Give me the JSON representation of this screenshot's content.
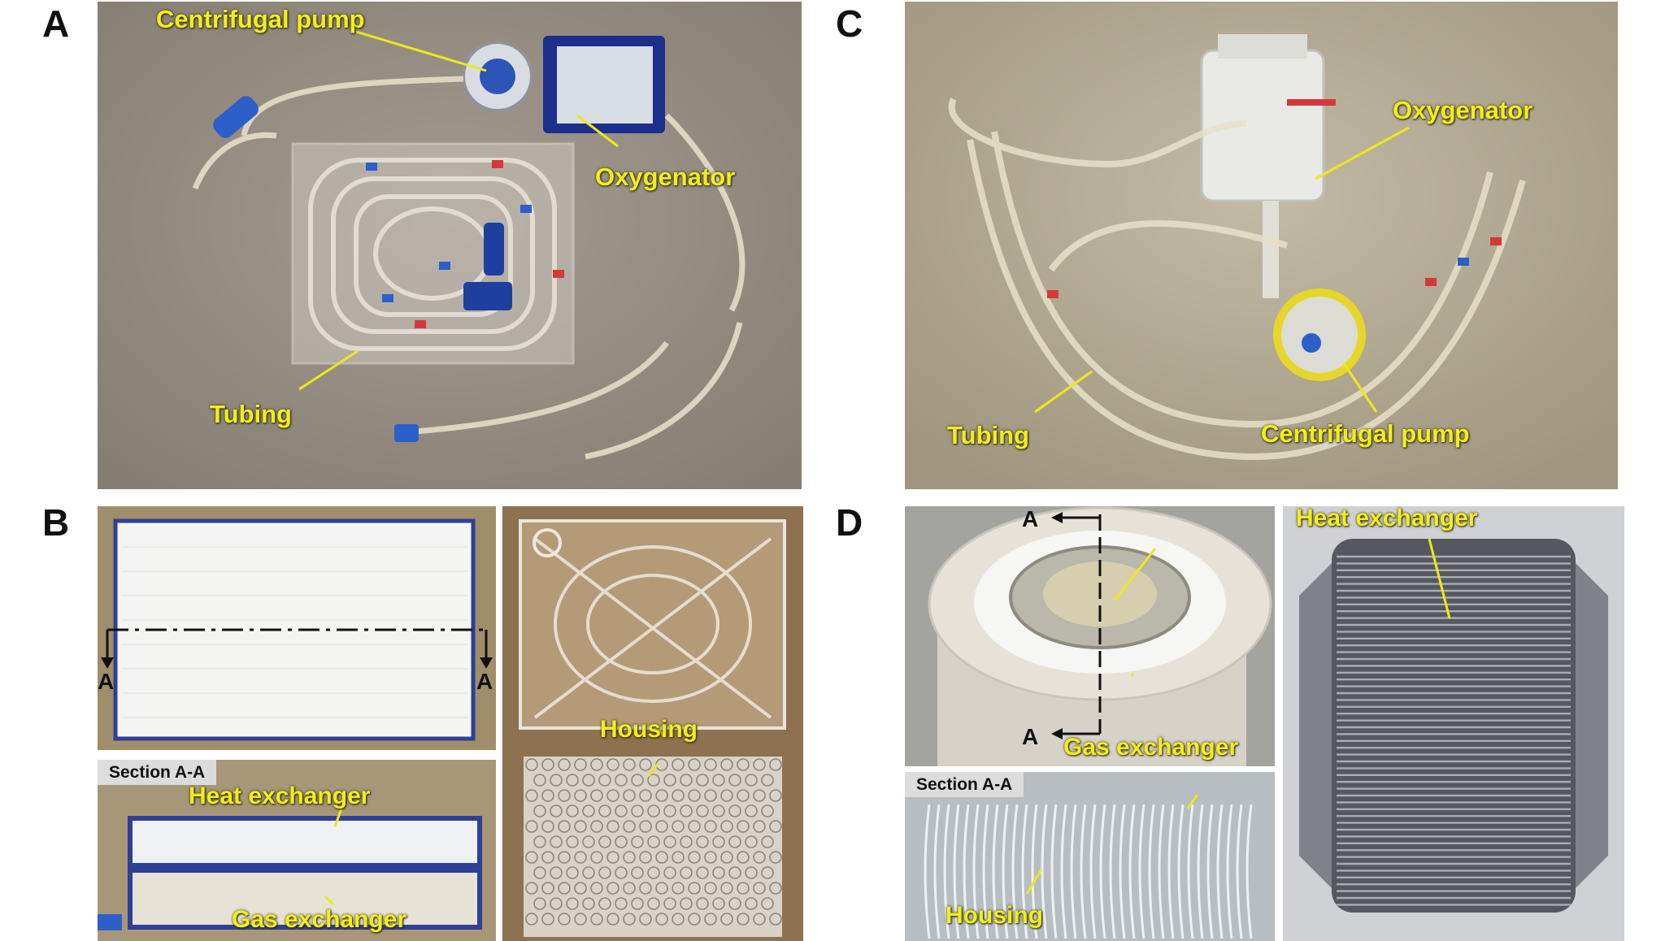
{
  "panels": {
    "A": {
      "letter": "A",
      "labels": {
        "pump": "Centrifugal pump",
        "oxygenator": "Oxygenator",
        "tubing": "Tubing"
      }
    },
    "B": {
      "letter": "B",
      "labels": {
        "section_tag": "Section A-A",
        "cut_left": "A",
        "cut_right": "A",
        "heat": "Heat exchanger",
        "gas": "Gas exchanger",
        "housing": "Housing"
      }
    },
    "C": {
      "letter": "C",
      "labels": {
        "oxygenator": "Oxygenator",
        "tubing": "Tubing",
        "pump": "Centrifugal pump"
      }
    },
    "D": {
      "letter": "D",
      "labels": {
        "cut_top": "A",
        "cut_bottom": "A",
        "heat": "Heat exchanger",
        "gas": "Gas exchanger",
        "section_tag": "Section A-A",
        "housing": "Housing"
      }
    }
  },
  "colors": {
    "label_yellow": "#f2ee1a",
    "pointer_yellow": "#eee81c",
    "tube_blue": "#2c5fc8",
    "tube_red": "#d23a3a"
  }
}
